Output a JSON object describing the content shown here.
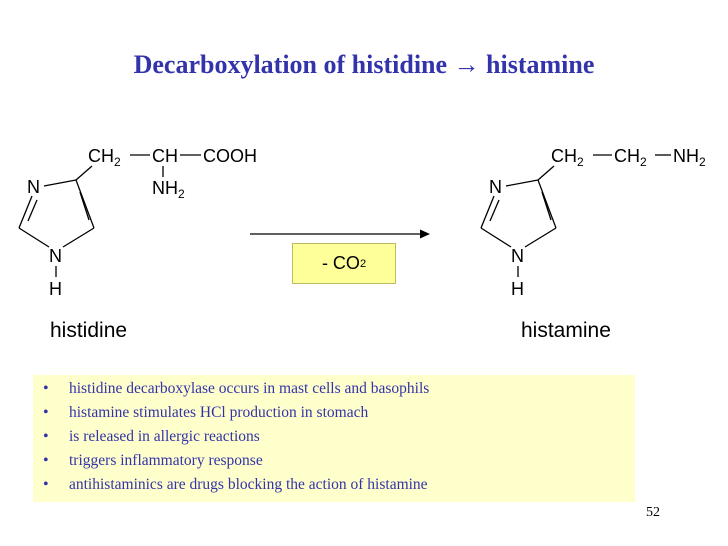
{
  "title": "Decarboxylation of histidine → histamine",
  "histidine": {
    "ch2": "CH",
    "ch2_sub": "2",
    "ch": "CH",
    "cooh": "COOH",
    "nh2": "NH",
    "nh2_sub": "2",
    "n_top": "N",
    "n_bottom": "N",
    "h": "H",
    "name": "histidine"
  },
  "histamine": {
    "ch2a": "CH",
    "ch2a_sub": "2",
    "ch2b": "CH",
    "ch2b_sub": "2",
    "nh2": "NH",
    "nh2_sub": "2",
    "n_top": "N",
    "n_bottom": "N",
    "h": "H",
    "name": "histamine"
  },
  "reagent": {
    "text": "- CO",
    "sub": "2"
  },
  "notes": [
    "histidine decarboxylase occurs in mast cells and basophils",
    "histamine stimulates HCl production in stomach",
    "is released in allergic reactions",
    "triggers inflammatory response",
    "antihistaminics are drugs blocking the action of histamine"
  ],
  "page_number": "52"
}
